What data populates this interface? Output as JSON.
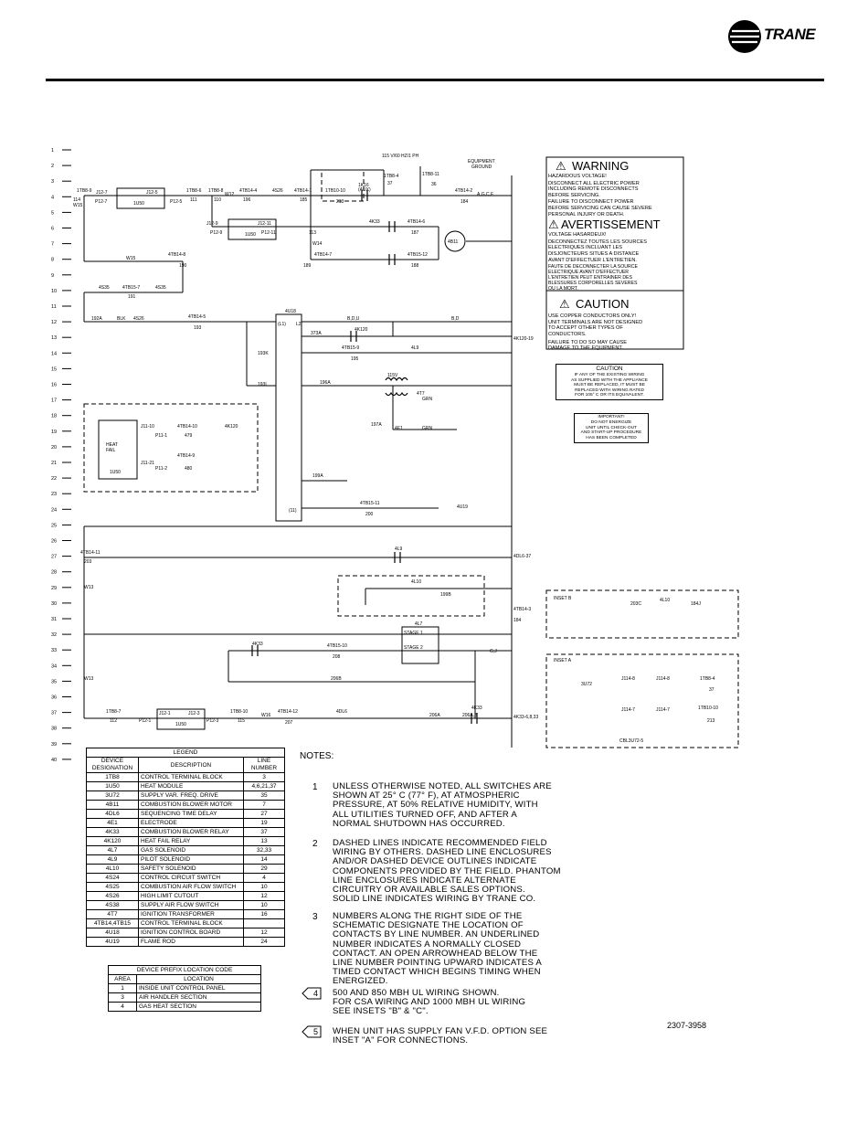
{
  "brand": {
    "name": "TRANE"
  },
  "supply": {
    "label": "115 V/60 HZ/1 PH",
    "equipment_ground": "EQUIPMENT",
    "ground": "GROUND"
  },
  "line_numbers": [
    "1",
    "2",
    "3",
    "4",
    "5",
    "6",
    "7",
    "8",
    "9",
    "10",
    "11",
    "12",
    "13",
    "14",
    "15",
    "16",
    "17",
    "18",
    "19",
    "20",
    "21",
    "22",
    "23",
    "24",
    "25",
    "26",
    "27",
    "28",
    "29",
    "30",
    "31",
    "32",
    "33",
    "34",
    "35",
    "36",
    "37",
    "38",
    "39",
    "40"
  ],
  "wire_labels": {
    "t1": "1TB8-9",
    "t2": "114",
    "t3": "W15",
    "t4": "J12-7",
    "t5": "J12-5",
    "t6": "1U50",
    "t7": "1TB8-6",
    "t8": "1TB8-8",
    "t9": "W12",
    "t10": "4TB14-4",
    "t11": "4S26",
    "t12": "4TB14-1",
    "t13": "1TB10-10",
    "t14": "1K16",
    "t15": "(AUX)",
    "t16": "213",
    "t17": "1TB8-4",
    "t18": "37",
    "t19": "1TB8-11",
    "t20": "36",
    "t21": "4TB14-2",
    "t22": "184",
    "t23": "A,G,C,F",
    "t24": "P12-7",
    "t25": "P12-5",
    "t26": "111",
    "t27": "110",
    "t28": "196",
    "t29": "185",
    "t30": "4K33",
    "t31": "4TB14-6",
    "t32": "187",
    "t33": "4B11",
    "t34": "J12-9",
    "t35": "J12-11",
    "t36": "P12-9",
    "t37": "P12-11",
    "t38": "1U50",
    "t39": "113",
    "t40": "W14",
    "t41": "4TB14-7",
    "t42": "189",
    "t43": "4TB15-12",
    "t44": "188",
    "t45": "W15",
    "t46": "4TB14-8",
    "t47": "190",
    "t48": "4S35",
    "t49": "4TB15-7",
    "t50": "191",
    "t51": "4S35",
    "t52": "4U18",
    "t53": "192A",
    "t54": "BLK",
    "t55": "4S26",
    "t56": "4TB14-5",
    "t57": "193",
    "t58": "(L1)",
    "t59": "L2",
    "t60": "B,D,U",
    "t61": "B,D",
    "t62": "373A",
    "t63": "4K120",
    "t64": "4K120-19",
    "t65": "4TB15-9",
    "t66": "195",
    "t67": "4L9",
    "t68": "193K",
    "t69": "193L",
    "t70": "196A",
    "t71": "115V",
    "t72": "4T7",
    "t73": "GRN",
    "t74": "197A",
    "t75": "4E1",
    "t76": "GRN",
    "t77": "HEAT",
    "t78": "FAIL",
    "t79": "1U50",
    "t80": "J11-10",
    "t81": "P11-1",
    "t82": "4TB14-10",
    "t83": "479",
    "t84": "4K120",
    "t85": "J11-21",
    "t86": "P11-2",
    "t87": "4TB14-9",
    "t88": "480",
    "t89": "199A",
    "t90": "(11)",
    "t91": "4TB15-11",
    "t92": "200",
    "t93": "4U19",
    "t94": "4TB14-11",
    "t95": "203",
    "t96": "4L9",
    "t97": "4DL6-37",
    "t98": "W13",
    "t99": "4L10",
    "t100": "199B",
    "t101": "4TB14-3",
    "t102": "184",
    "t103": "4L7",
    "t104": "STAGE 1",
    "t105": "STAGE 2",
    "t106": "4K33",
    "t107": "4TB15-10",
    "t108": "208",
    "t109": "G,J",
    "t110": "W13",
    "t111": "206B",
    "t112": "1TB8-7",
    "t113": "112",
    "t114": "J12-1",
    "t115": "J12-3",
    "t116": "P12-1",
    "t117": "P12-3",
    "t118": "1U50",
    "t119": "1TB8-10",
    "t120": "115",
    "t121": "W16",
    "t122": "4TB14-12",
    "t123": "207",
    "t124": "4DL6",
    "t125": "206A",
    "t126": "206A,B",
    "t127": "4K33",
    "t128": "4K33-6,8,33",
    "t129": "INSET B",
    "t130": "203C",
    "t131": "4L10",
    "t132": "184J",
    "t133": "INSET A",
    "t134": "3U72",
    "t135": "J114-8",
    "t136": "J114-8",
    "t137": "1TB8-4",
    "t138": "37",
    "t139": "J114-7",
    "t140": "J114-7",
    "t141": "1TB10-10",
    "t142": "213",
    "t143": "CBL3U72-5"
  },
  "warning": {
    "title": "WARNING",
    "line1": "HAZARDOUS VOLTAGE!",
    "p1": [
      "DISCONNECT ALL ELECTRIC POWER",
      "INCLUDING REMOTE DISCONNECTS",
      "BEFORE SERVICING."
    ],
    "p2": [
      "FAILURE TO DISCONNECT POWER",
      "BEFORE SERVICING CAN CAUSE SEVERE",
      "PERSONAL INJURY OR DEATH."
    ],
    "fr_title": "AVERTISSEMENT",
    "fr_line1": "VOLTAGE HASARDEUX!",
    "fr_p1": [
      "DECONNECTEZ TOUTES LES SOURCES",
      "ELECTRIQUES INCLUANT LES",
      "DISJONCTEURS SITUES A DISTANCE",
      "AVANT D'EFFECTUER L'ENTRETIEN."
    ],
    "fr_p2": [
      "FAUTE DE DECONNECTER LA SOURCE",
      "ELECTRIQUE AVANT D'EFFECTUER",
      "L'ENTRETIEN PEUT ENTRAINER DES",
      "BLESSURES CORPORELLES SEVERES",
      "OU LA MORT."
    ],
    "caution_title": "CAUTION",
    "caution_p1": [
      "USE COPPER CONDUCTORS ONLY!",
      "UNIT TERMINALS ARE NOT DESIGNED",
      "TO ACCEPT OTHER TYPES OF",
      "CONDUCTORS."
    ],
    "caution_p2": [
      "FAILURE TO DO SO MAY CAUSE",
      "DAMAGE TO THE EQUIPMENT."
    ]
  },
  "caution2": {
    "title": "CAUTION",
    "lines": [
      "IF ANY OF THE EXISTING WIRING",
      "AS SUPPLIED WITH THE APPLIANCE",
      "MUST BE REPLACED, IT MUST BE",
      "REPLACED WITH WIRING RATED",
      "FOR 105° C OR ITS EQUIVALENT."
    ]
  },
  "important": {
    "lines": [
      "IMPORTANT!",
      "DO NOT ENERGIZE",
      "UNIT UNTIL CHECK-OUT",
      "AND START-UP PROCEDURE",
      "HAS BEEN COMPLETED"
    ]
  },
  "legend": {
    "title": "LEGEND",
    "headers": [
      "DEVICE DESIGNATION",
      "DESCRIPTION",
      "LINE NUMBER"
    ],
    "rows": [
      [
        "1TB8",
        "CONTROL TERMINAL BLOCK",
        "3"
      ],
      [
        "1U50",
        "HEAT MODULE",
        "4,6,21,37"
      ],
      [
        "3U72",
        "SUPPLY VAR. FREQ. DRIVE",
        "35"
      ],
      [
        "4B11",
        "COMBUSTION BLOWER MOTOR",
        "7"
      ],
      [
        "4DL6",
        "SEQUENCING TIME DELAY",
        "27"
      ],
      [
        "4E1",
        "ELECTRODE",
        "19"
      ],
      [
        "4K33",
        "COMBUSTION BLOWER RELAY",
        "37"
      ],
      [
        "4K120",
        "HEAT FAIL RELAY",
        "13"
      ],
      [
        "4L7",
        "GAS SOLENOID",
        "32,33"
      ],
      [
        "4L9",
        "PILOT SOLENOID",
        "14"
      ],
      [
        "4L10",
        "SAFETY SOLENOID",
        "29"
      ],
      [
        "4S24",
        "CONTROL CIRCUIT SWITCH",
        "4"
      ],
      [
        "4S25",
        "COMBUSTION AIR FLOW SWITCH",
        "10"
      ],
      [
        "4S26",
        "HIGH LIMIT CUTOUT",
        "12"
      ],
      [
        "4S38",
        "SUPPLY AIR FLOW SWITCH",
        "10"
      ],
      [
        "4T7",
        "IGNITION TRANSFORMER",
        "16"
      ],
      [
        "4TB14,4TB15",
        "CONTROL TERMINAL BLOCK",
        ""
      ],
      [
        "4U18",
        "IGNITION CONTROL BOARD",
        "12"
      ],
      [
        "4U19",
        "FLAME ROD",
        "24"
      ]
    ]
  },
  "prefix": {
    "title": "DEVICE PREFIX LOCATION CODE",
    "headers": [
      "AREA",
      "LOCATION"
    ],
    "rows": [
      [
        "1",
        "INSIDE UNIT CONTROL PANEL"
      ],
      [
        "3",
        "AIR HANDLER SECTION"
      ],
      [
        "4",
        "GAS HEAT SECTION"
      ]
    ]
  },
  "notes": {
    "title": "NOTES:",
    "n1_num": "1",
    "n1": [
      "UNLESS OTHERWISE NOTED, ALL SWITCHES ARE",
      "SHOWN AT 25° C (77° F), AT ATMOSPHERIC",
      "PRESSURE, AT 50% RELATIVE HUMIDITY, WITH",
      "ALL UTILITIES TURNED OFF, AND AFTER A",
      "NORMAL SHUTDOWN HAS OCCURRED."
    ],
    "n2_num": "2",
    "n2": [
      "DASHED LINES INDICATE RECOMMENDED FIELD",
      "WIRING BY OTHERS. DASHED LINE ENCLOSURES",
      "AND/OR DASHED DEVICE OUTLINES INDICATE",
      "COMPONENTS PROVIDED BY THE FIELD. PHANTOM",
      "LINE ENCLOSURES INDICATE ALTERNATE",
      "CIRCUITRY OR AVAILABLE SALES OPTIONS.",
      "SOLID LINE INDICATES WIRING BY TRANE CO."
    ],
    "n3_num": "3",
    "n3": [
      "NUMBERS ALONG THE RIGHT SIDE OF THE",
      "SCHEMATIC DESIGNATE THE LOCATION OF",
      "CONTACTS BY LINE NUMBER. AN UNDERLINED",
      "NUMBER INDICATES A NORMALLY CLOSED",
      "CONTACT. AN OPEN ARROWHEAD BELOW THE",
      "LINE NUMBER POINTING UPWARD INDICATES A",
      "TIMED CONTACT WHICH BEGINS TIMING WHEN",
      "ENERGIZED."
    ],
    "n4_num": "4",
    "n4": [
      "500 AND 850 MBH UL WIRING SHOWN.",
      "FOR CSA WIRING AND 1000 MBH UL WIRING",
      "SEE INSETS \"B\" & \"C\"."
    ],
    "n5_num": "5",
    "n5": [
      "WHEN UNIT HAS SUPPLY FAN V.F.D. OPTION SEE",
      "INSET \"A\" FOR CONNECTIONS."
    ]
  },
  "drawing_number": "2307-3958",
  "flags": {
    "f4": "4",
    "f5": "5"
  }
}
